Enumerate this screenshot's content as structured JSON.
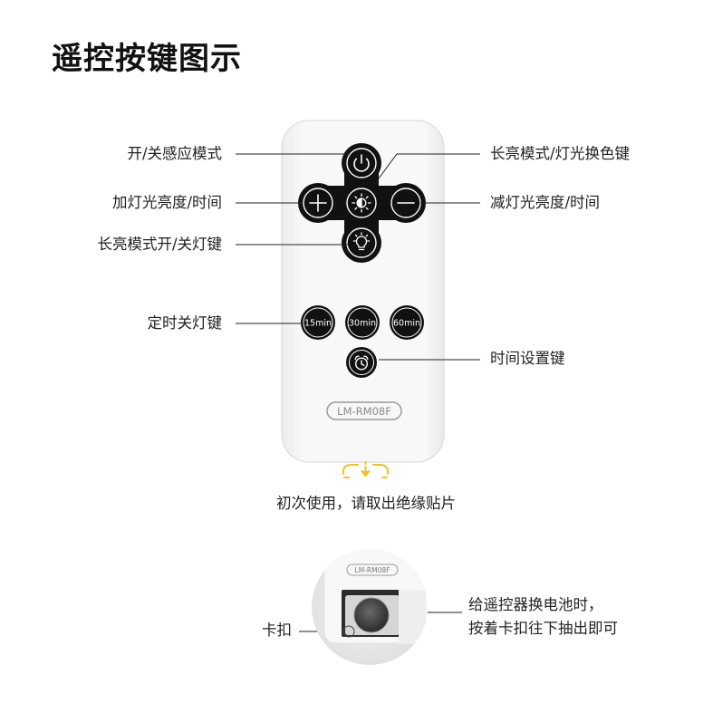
{
  "title": "遥控按键图示",
  "remote": {
    "model": "LM-RM08F",
    "timer_buttons": [
      "15min",
      "30min",
      "60min"
    ]
  },
  "callouts": {
    "power_sensor": "开/关感应模式",
    "brightness_up": "加灯光亮度/时间",
    "steady_on_toggle": "长亮模式开/关灯键",
    "timer_off": "定时关灯键",
    "color_switch": "长亮模式/灯光换色键",
    "brightness_down": "减灯光亮度/时间",
    "time_set": "时间设置键"
  },
  "insulation_note": "初次使用，请取出绝缘贴片",
  "battery": {
    "model": "LM-RM08F",
    "clip_label": "卡扣",
    "instruction": [
      "给遥控器换电池时，",
      "按着卡扣往下抽出即可"
    ]
  },
  "icons": {
    "power": "power-icon",
    "plus": "plus-icon",
    "minus": "minus-icon",
    "light_mode": "sun-icon",
    "bulb": "bulb-icon",
    "clock": "alarm-clock-icon",
    "pull_tab": "down-arrow-icon"
  },
  "colors": {
    "button": "#111111",
    "remote_body": "#f7f7f7",
    "insulation_tab": "#f2c31b",
    "leader_line": "#222222"
  }
}
